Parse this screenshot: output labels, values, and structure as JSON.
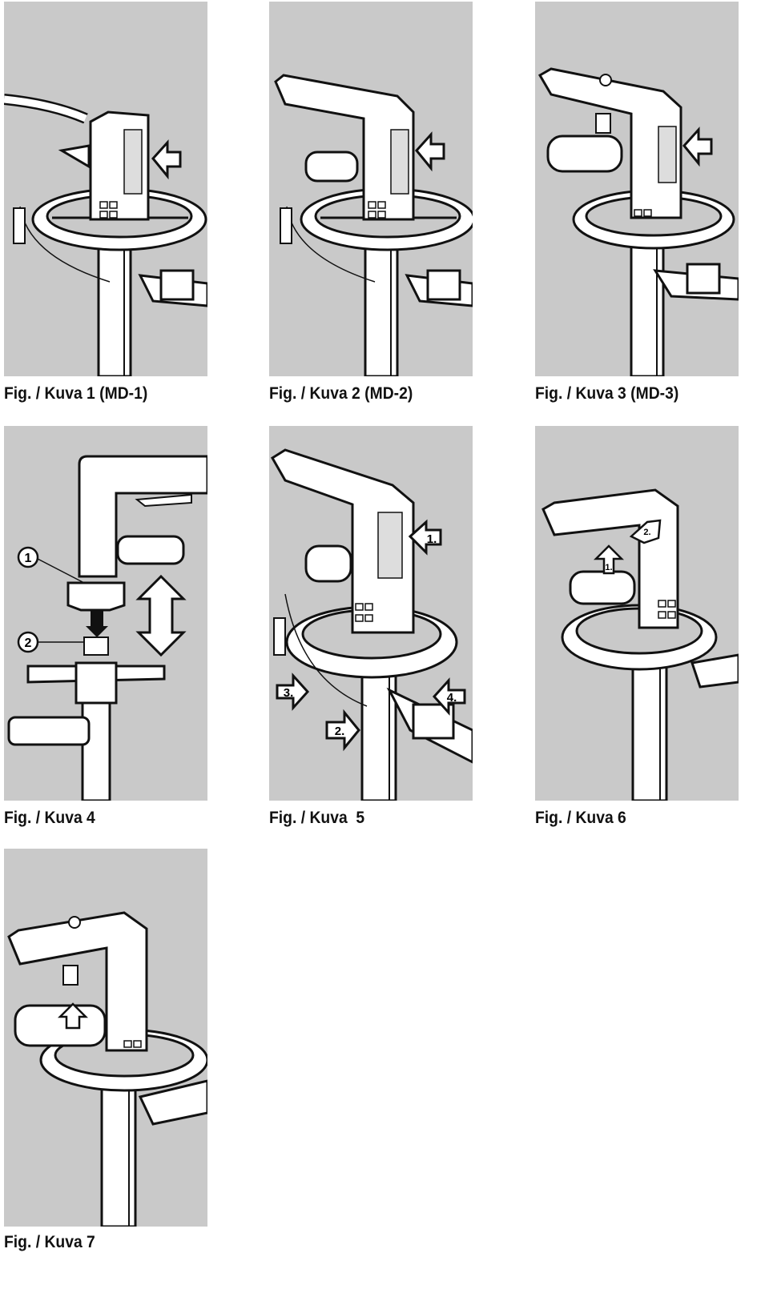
{
  "figures": [
    {
      "caption": "Fig. / Kuva 1 (MD-1)"
    },
    {
      "caption": "Fig. / Kuva 2 (MD-2)"
    },
    {
      "caption": "Fig. / Kuva 3 (MD-3)"
    },
    {
      "caption": "Fig. / Kuva 4",
      "callouts": [
        "1",
        "2"
      ]
    },
    {
      "caption": "Fig. / Kuva  5",
      "steps": [
        "1.",
        "2.",
        "3.",
        "4."
      ]
    },
    {
      "caption": "Fig. / Kuva 6",
      "steps": [
        "1.",
        "2."
      ]
    },
    {
      "caption": "Fig. / Kuva 7"
    }
  ],
  "colors": {
    "panel_bg": "#c9c9c9",
    "line": "#111111",
    "part_fill": "#ffffff"
  }
}
